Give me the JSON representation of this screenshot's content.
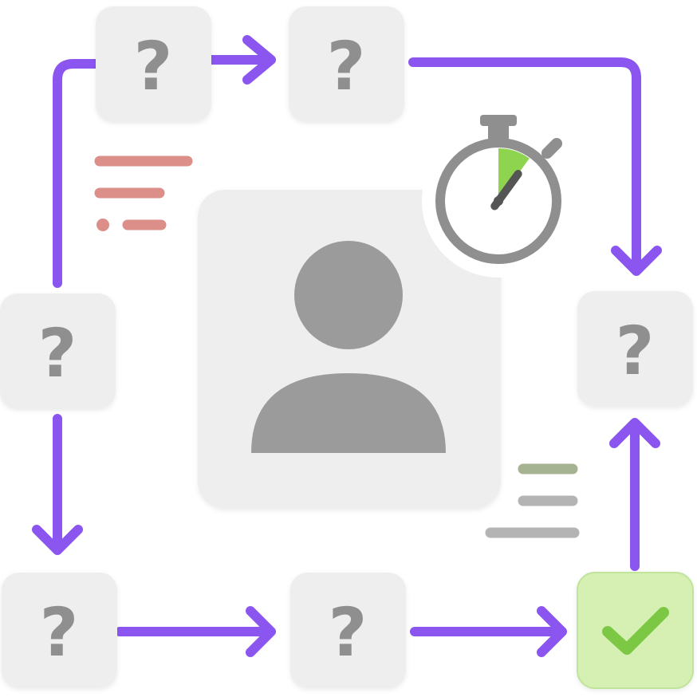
{
  "question_nodes": [
    {
      "id": "top-left",
      "glyph": "?"
    },
    {
      "id": "top-middle",
      "glyph": "?"
    },
    {
      "id": "left-middle",
      "glyph": "?"
    },
    {
      "id": "right-middle",
      "glyph": "?"
    },
    {
      "id": "bottom-left",
      "glyph": "?"
    },
    {
      "id": "bottom-middle",
      "glyph": "?"
    }
  ],
  "goal_node": {
    "icon": "checkmark-icon"
  },
  "center_card": {
    "icon": "user-silhouette-icon"
  },
  "timer": {
    "icon": "stopwatch-icon",
    "elapsed_fraction": 0.1
  },
  "colors": {
    "arrow": "#8b55f0",
    "tile": "#eeeeee",
    "glyph": "#8f8f8f",
    "goal_tile": "#d6f0b4",
    "check": "#7cc744",
    "timer_slice": "#8fd44e",
    "text_lines_red": "#dc8f88",
    "text_lines_green": "#a5b392",
    "text_lines_gray": "#b4b4b4"
  }
}
